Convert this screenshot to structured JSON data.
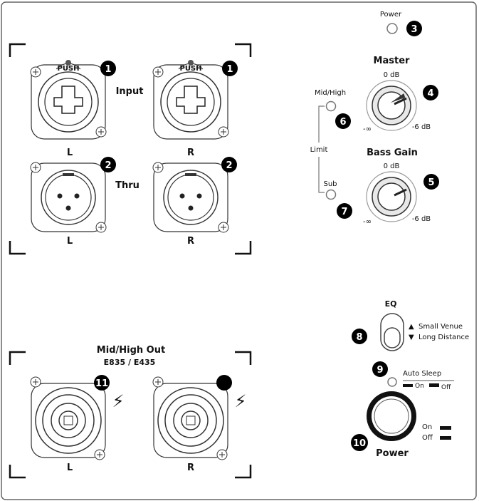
{
  "inputs": {
    "label": "Input",
    "push_label": "PUSH",
    "left": "L",
    "right": "R",
    "badge": "1"
  },
  "thru": {
    "label": "Thru",
    "left": "L",
    "right": "R",
    "badge": "2"
  },
  "power_led": {
    "label": "Power",
    "badge": "3"
  },
  "master": {
    "title": "Master",
    "top": "0 dB",
    "min": "-∞",
    "max": "-6 dB",
    "badge": "4"
  },
  "bass_gain": {
    "title": "Bass Gain",
    "top": "0 dB",
    "min": "-∞",
    "max": "-6 dB",
    "badge": "5"
  },
  "limit": {
    "label": "Limit",
    "mid_high": "Mid/High",
    "sub": "Sub",
    "badge_mid": "6",
    "badge_sub": "7"
  },
  "eq": {
    "label": "EQ",
    "small_venue": "Small Venue",
    "long_distance": "Long Distance",
    "badge": "8"
  },
  "auto_sleep": {
    "label": "Auto Sleep",
    "on": "On",
    "off": "Off",
    "badge": "9"
  },
  "power_switch": {
    "label": "Power",
    "on": "On",
    "off": "Off",
    "badge": "10"
  },
  "mid_high_out": {
    "label": "Mid/High Out",
    "models": "E835 / E435",
    "left": "L",
    "right": "R",
    "badge": "11"
  },
  "icons": {
    "up_arrow": "▲",
    "down_arrow": "▼",
    "bolt": "⚡"
  }
}
